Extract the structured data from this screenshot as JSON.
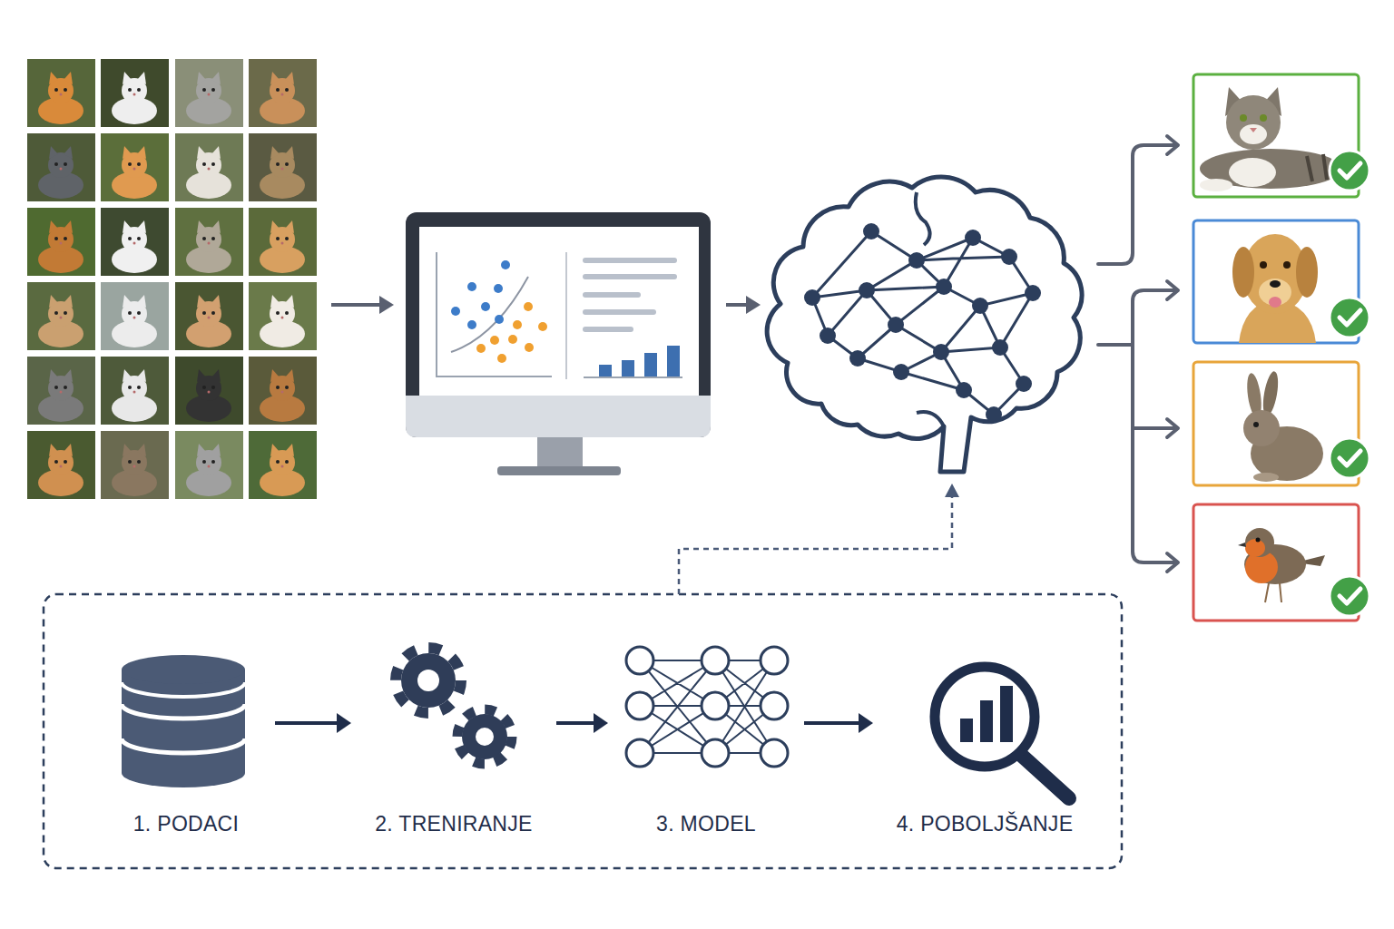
{
  "diagram": {
    "nodes": [
      {
        "text": [
          "1. PODACI"
        ]
      },
      {
        "text": [
          "2. TRENIRANJE"
        ]
      },
      {
        "text": [
          "3. MODEL"
        ]
      },
      {
        "text": [
          "4. POBOLJŠANJE"
        ]
      }
    ],
    "edges": [
      {
        "from": 0,
        "to": 1,
        "arrow": "to"
      },
      {
        "from": 1,
        "to": 2,
        "arrow": "to"
      },
      {
        "from": 2,
        "to": 3,
        "arrow": "to"
      }
    ]
  }
}
